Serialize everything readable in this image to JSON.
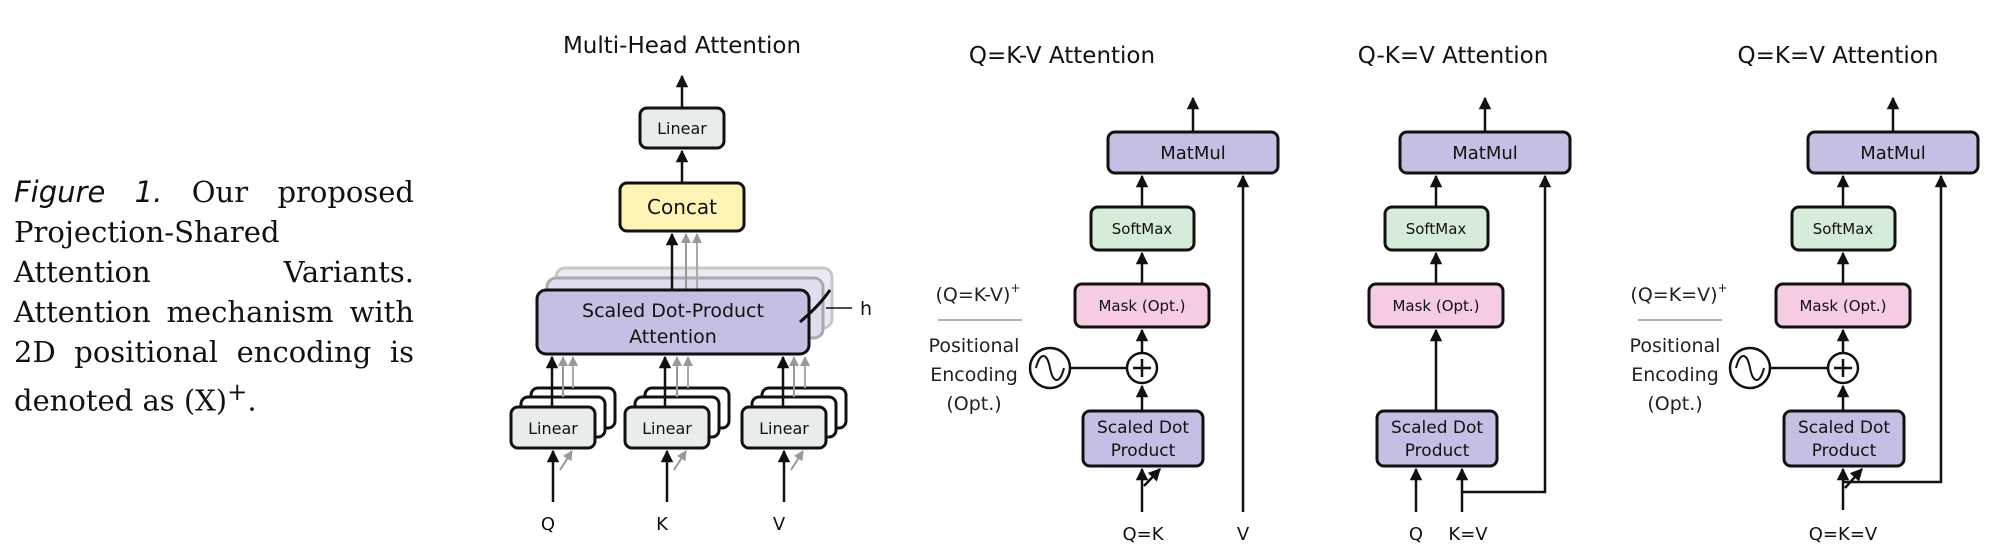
{
  "caption": {
    "label": "Figure 1.",
    "text": " Our proposed Projection-Shared Attention Variants. Attention mechanism with 2D positional encoding is denoted as (X)",
    "superscript": "+",
    "end": "."
  },
  "multihead": {
    "title": "Multi-Head Attention",
    "linear_top": "Linear",
    "concat": "Concat",
    "sdpa_line1": "Scaled Dot-Product",
    "sdpa_line2": "Attention",
    "h_label": "h",
    "linear_q": "Linear",
    "linear_k": "Linear",
    "linear_v": "Linear",
    "input_q": "Q",
    "input_k": "K",
    "input_v": "V"
  },
  "variant1": {
    "title": "Q=K-V Attention",
    "matmul": "MatMul",
    "softmax": "SoftMax",
    "mask": "Mask (Opt.)",
    "sdp_line1": "Scaled Dot",
    "sdp_line2": "Product",
    "input_left": "Q=K",
    "input_right": "V",
    "pe_formula": "(Q=K-V)",
    "pe_sup": "+",
    "pe_line1": "Positional",
    "pe_line2": "Encoding",
    "pe_line3": "(Opt.)"
  },
  "variant2": {
    "title": "Q-K=V Attention",
    "matmul": "MatMul",
    "softmax": "SoftMax",
    "mask": "Mask (Opt.)",
    "sdp_line1": "Scaled Dot",
    "sdp_line2": "Product",
    "input_left": "Q",
    "input_right": "K=V"
  },
  "variant3": {
    "title": "Q=K=V Attention",
    "matmul": "MatMul",
    "softmax": "SoftMax",
    "mask": "Mask (Opt.)",
    "sdp_line1": "Scaled Dot",
    "sdp_line2": "Product",
    "input": "Q=K=V",
    "pe_formula": "(Q=K=V)",
    "pe_sup": "+",
    "pe_line1": "Positional",
    "pe_line2": "Encoding",
    "pe_line3": "(Opt.)"
  },
  "colors": {
    "purple": "#c5bfe4",
    "green": "#d6ecd9",
    "pink": "#f5cce2",
    "yellow": "#fdf4b5",
    "gray": "#e8eceb"
  }
}
